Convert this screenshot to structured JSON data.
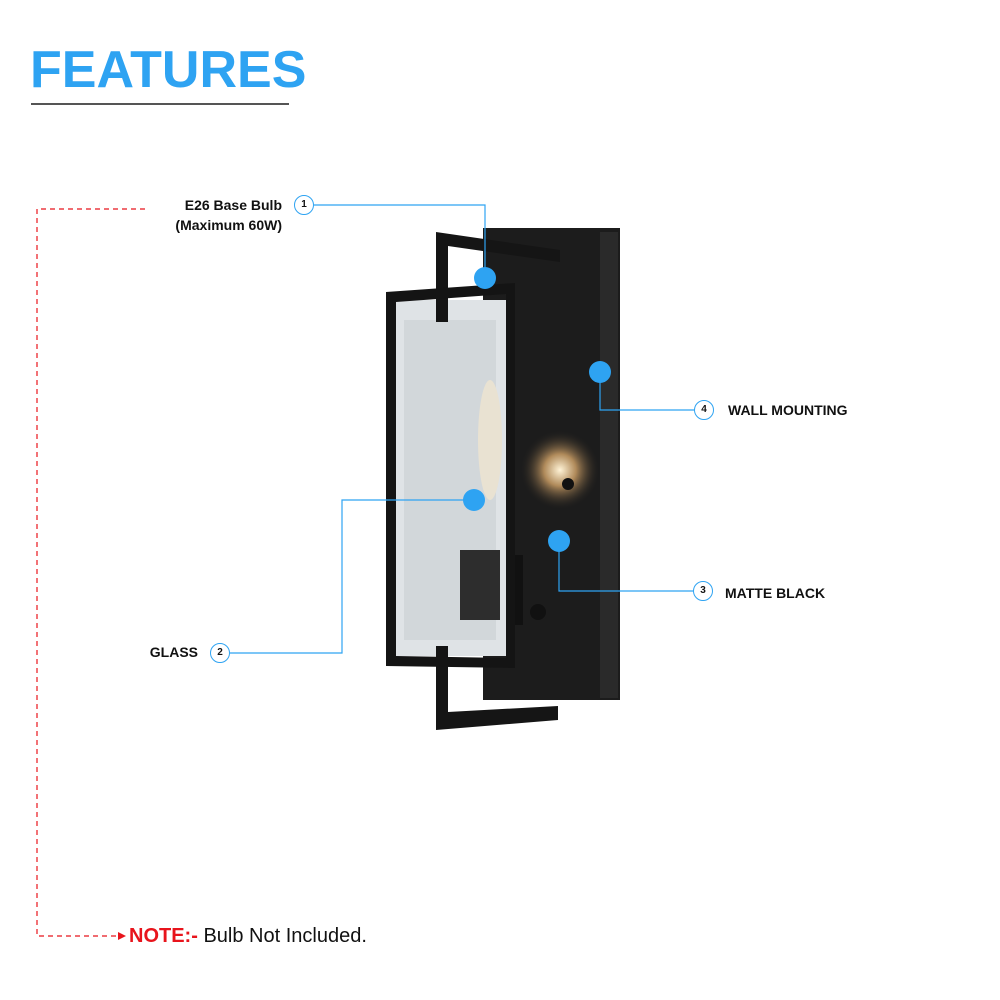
{
  "title": "FEATURES",
  "callouts": [
    {
      "number": "1",
      "line1": "E26 Base Bulb",
      "line2": "(Maximum 60W)"
    },
    {
      "number": "2",
      "label": "GLASS"
    },
    {
      "number": "3",
      "label": "MATTE BLACK"
    },
    {
      "number": "4",
      "label": "WALL MOUNTING"
    }
  ],
  "note": {
    "prefix": "NOTE:-",
    "text": " Bulb Not Included."
  },
  "colors": {
    "accent": "#2ea3f2",
    "note_red": "#e8141c",
    "fixture": "#1a1a1a"
  }
}
